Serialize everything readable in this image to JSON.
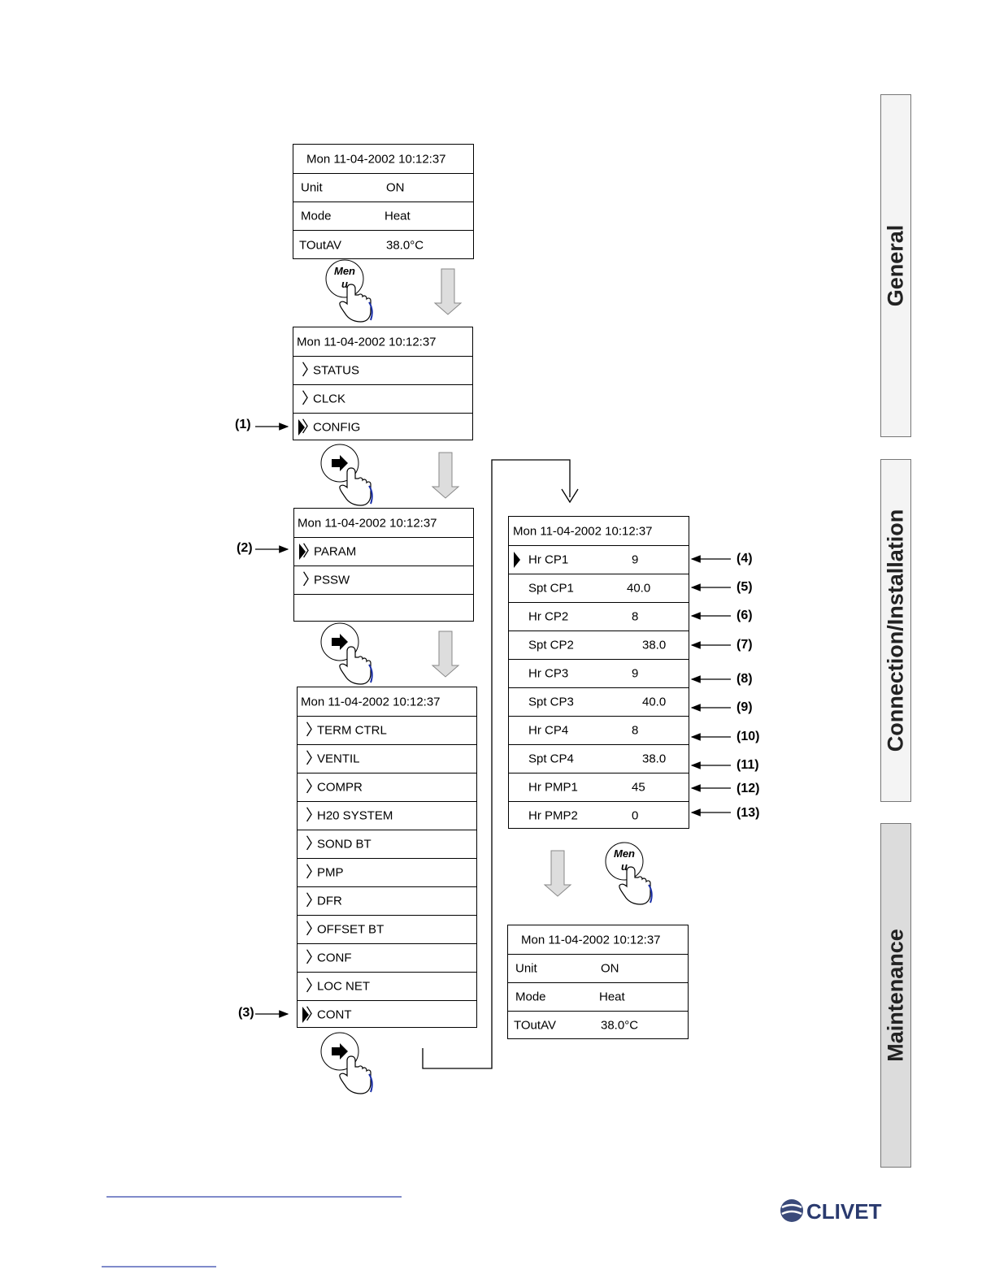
{
  "datetime": "Mon  11-04-2002   10:12:37",
  "screen1": {
    "rows": [
      {
        "label": "Unit",
        "value": "ON"
      },
      {
        "label": "Mode",
        "value": "Heat"
      },
      {
        "label": "TOutAV",
        "value": "38.0°C"
      }
    ]
  },
  "screen2": {
    "items": [
      "STATUS",
      "CLCK",
      "CONFIG"
    ]
  },
  "screen3": {
    "items": [
      "PARAM",
      "PSSW"
    ]
  },
  "screen4": {
    "items": [
      "TERM CTRL",
      "VENTIL",
      "COMPR",
      "H20 SYSTEM",
      "SOND BT",
      "PMP",
      "DFR",
      "OFFSET BT",
      "CONF",
      "LOC NET",
      "CONT"
    ]
  },
  "screen5": {
    "rows": [
      {
        "label": "Hr CP1",
        "value": "9"
      },
      {
        "label": "Spt CP1",
        "value": "40.0"
      },
      {
        "label": "Hr CP2",
        "value": "8"
      },
      {
        "label": "Spt CP2",
        "value": "38.0"
      },
      {
        "label": "Hr CP3",
        "value": "9"
      },
      {
        "label": "Spt CP3",
        "value": "40.0"
      },
      {
        "label": "Hr CP4",
        "value": "8"
      },
      {
        "label": "Spt CP4",
        "value": "38.0"
      },
      {
        "label": "Hr PMP1",
        "value": "45"
      },
      {
        "label": "Hr PMP2",
        "value": "0"
      }
    ]
  },
  "screen6": {
    "rows": [
      {
        "label": "Unit",
        "value": "ON"
      },
      {
        "label": "Mode",
        "value": "Heat"
      },
      {
        "label": "TOutAV",
        "value": "38.0°C"
      }
    ]
  },
  "callouts": [
    "(1)",
    "(2)",
    "(3)",
    "(4)",
    "(5)",
    "(6)",
    "(7)",
    "(8)",
    "(9)",
    "(10)",
    "(11)",
    "(12)",
    "(13)"
  ],
  "menu_button_label": "Menu",
  "side_tabs": [
    "General",
    "Connection/Installation",
    "Maintenance"
  ],
  "brand": "CLIVET",
  "colors": {
    "hand_accent": "#1a2fa8",
    "tab_bg": "#f4f4f4",
    "arrow_fill": "#dddddd"
  }
}
